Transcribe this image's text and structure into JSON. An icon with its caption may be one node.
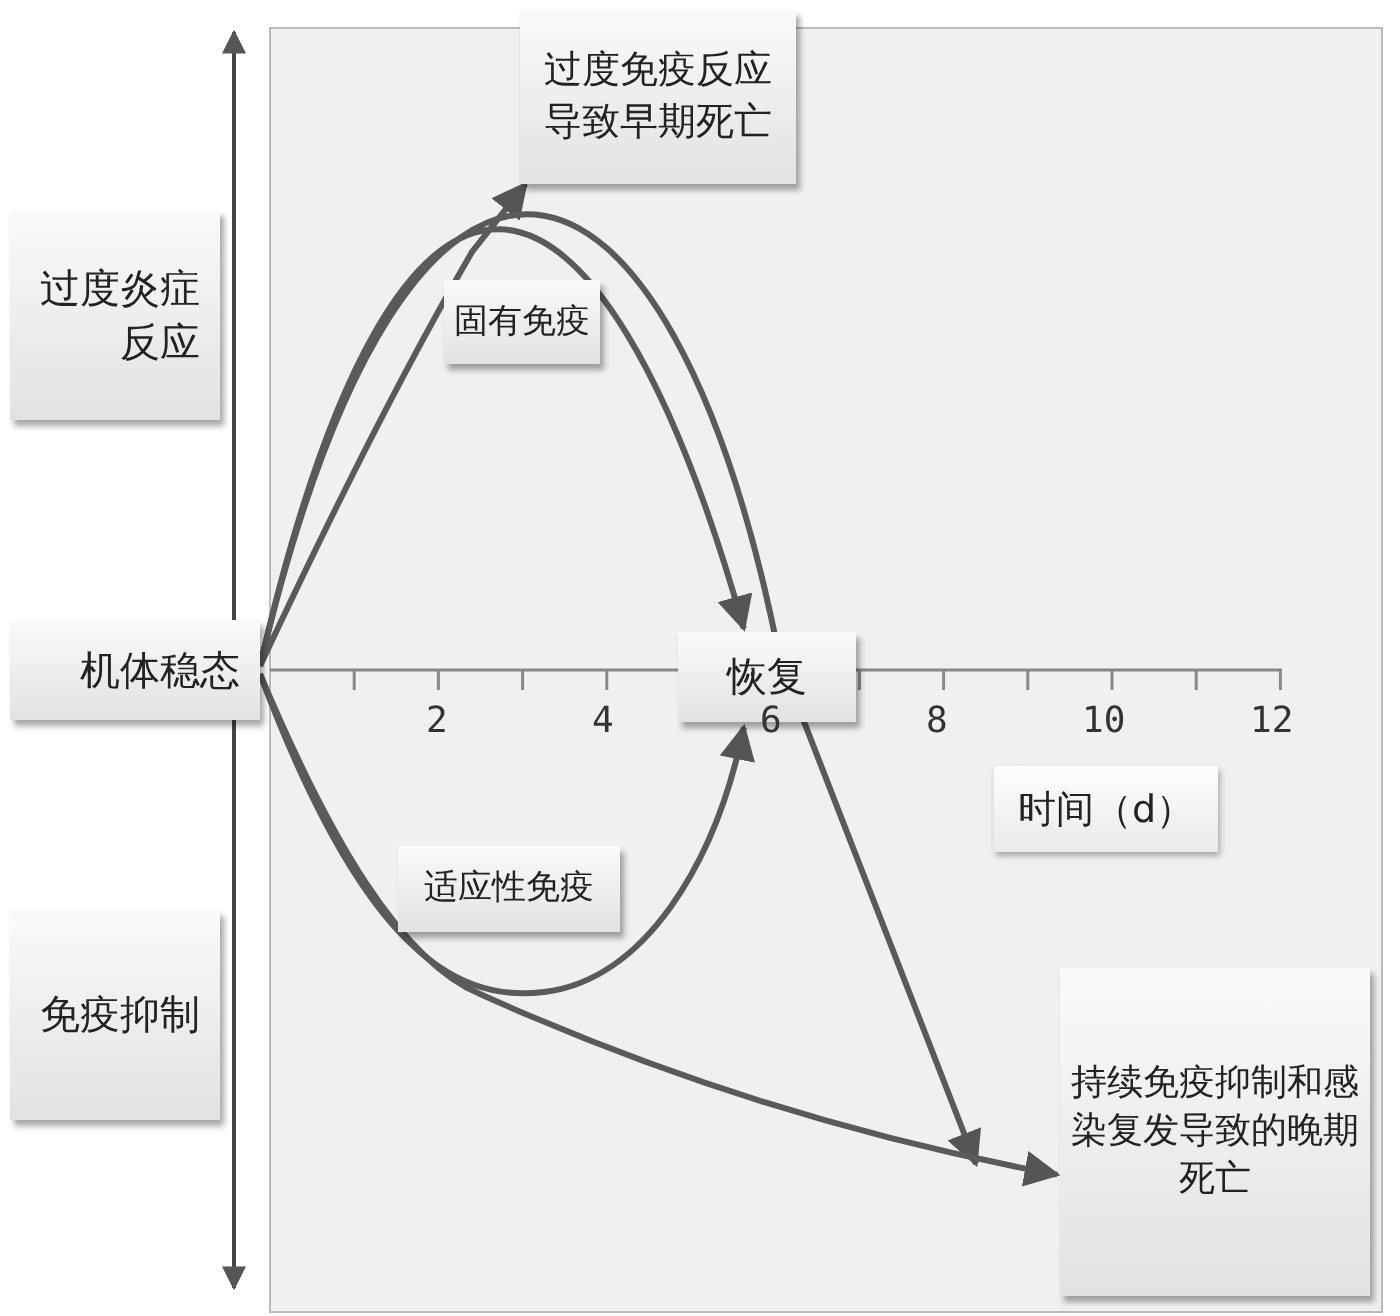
{
  "diagram": {
    "nodes": [
      {
        "text": [
          "过度炎症反应"
        ]
      },
      {
        "text": [
          "机体稳态"
        ]
      },
      {
        "text": [
          "免疫抑制"
        ]
      },
      {
        "text": [
          "过度免疫反应导致早期死亡"
        ]
      },
      {
        "text": [
          "固有免疫"
        ]
      },
      {
        "text": [
          "恢复"
        ]
      },
      {
        "text": [
          "适应性免疫"
        ]
      },
      {
        "text": [
          "持续免疫抑制和感染复发导致的晚期死亡"
        ]
      }
    ],
    "edges": [
      {
        "from": 1,
        "to": 3,
        "arrow": "to"
      },
      {
        "from": 1,
        "to": 5,
        "arrow": "to"
      },
      {
        "from": 1,
        "to": null,
        "arrow": "to"
      },
      {
        "from": 1,
        "to": 5,
        "arrow": "to"
      },
      {
        "from": 1,
        "to": 7,
        "arrow": "to"
      }
    ],
    "labels": [
      "2",
      "4",
      "6",
      "8",
      "10",
      "12",
      "时间（d）"
    ]
  }
}
